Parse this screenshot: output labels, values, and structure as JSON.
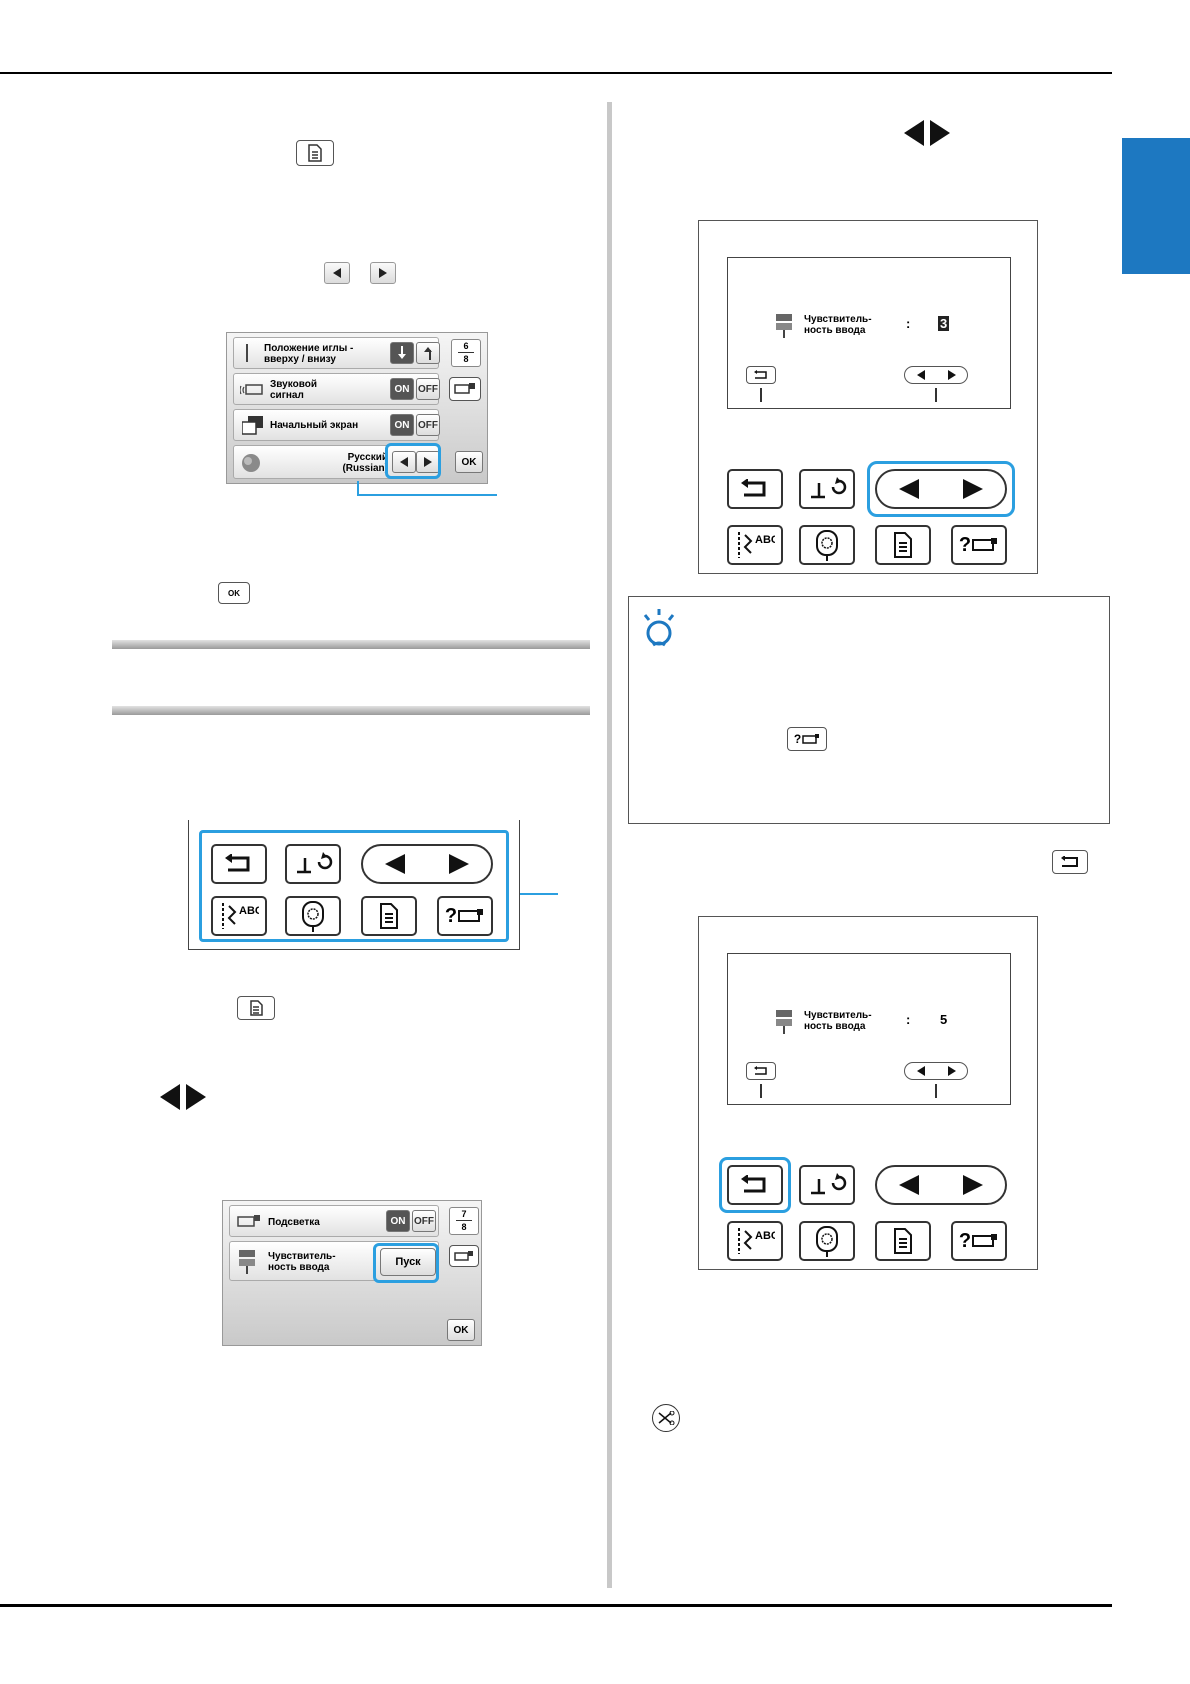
{
  "page": {
    "accent_color": "#1d78c1",
    "highlight_color": "#2b9fe0"
  },
  "screen1": {
    "rows": [
      {
        "label": "Положение иглы -\nвверху / внизу",
        "page_num": "6",
        "page_total": "8"
      },
      {
        "label": "Звуковой\nсигнал",
        "on": "ON",
        "off": "OFF"
      },
      {
        "label": "Начальный экран",
        "on": "ON",
        "off": "OFF"
      },
      {
        "label_1": "Русский",
        "label_2": "(Russian)",
        "ok": "OK"
      }
    ]
  },
  "screen2": {
    "rows": [
      {
        "label": "Подсветка",
        "on": "ON",
        "off": "OFF",
        "page_num": "7",
        "page_total": "8"
      },
      {
        "label": "Чувствитель-\nность ввода",
        "button": "Пуск"
      }
    ],
    "ok": "OK"
  },
  "panel": {
    "icons": [
      "back-arrow-icon",
      "presser-foot-icon",
      "left-right-arrows-icon",
      "stitch-abc-icon",
      "embroidery-icon",
      "settings-icon",
      "help-machine-icon"
    ],
    "help_label": "?"
  },
  "sensitivity_screen_1": {
    "label": "Чувствитель-\nность ввода",
    "colon": ":",
    "value": "3"
  },
  "sensitivity_screen_2": {
    "label": "Чувствитель-\nность ввода",
    "colon": ":",
    "value": "5"
  },
  "inline": {
    "ok_label": "OK",
    "help_label": "?"
  }
}
